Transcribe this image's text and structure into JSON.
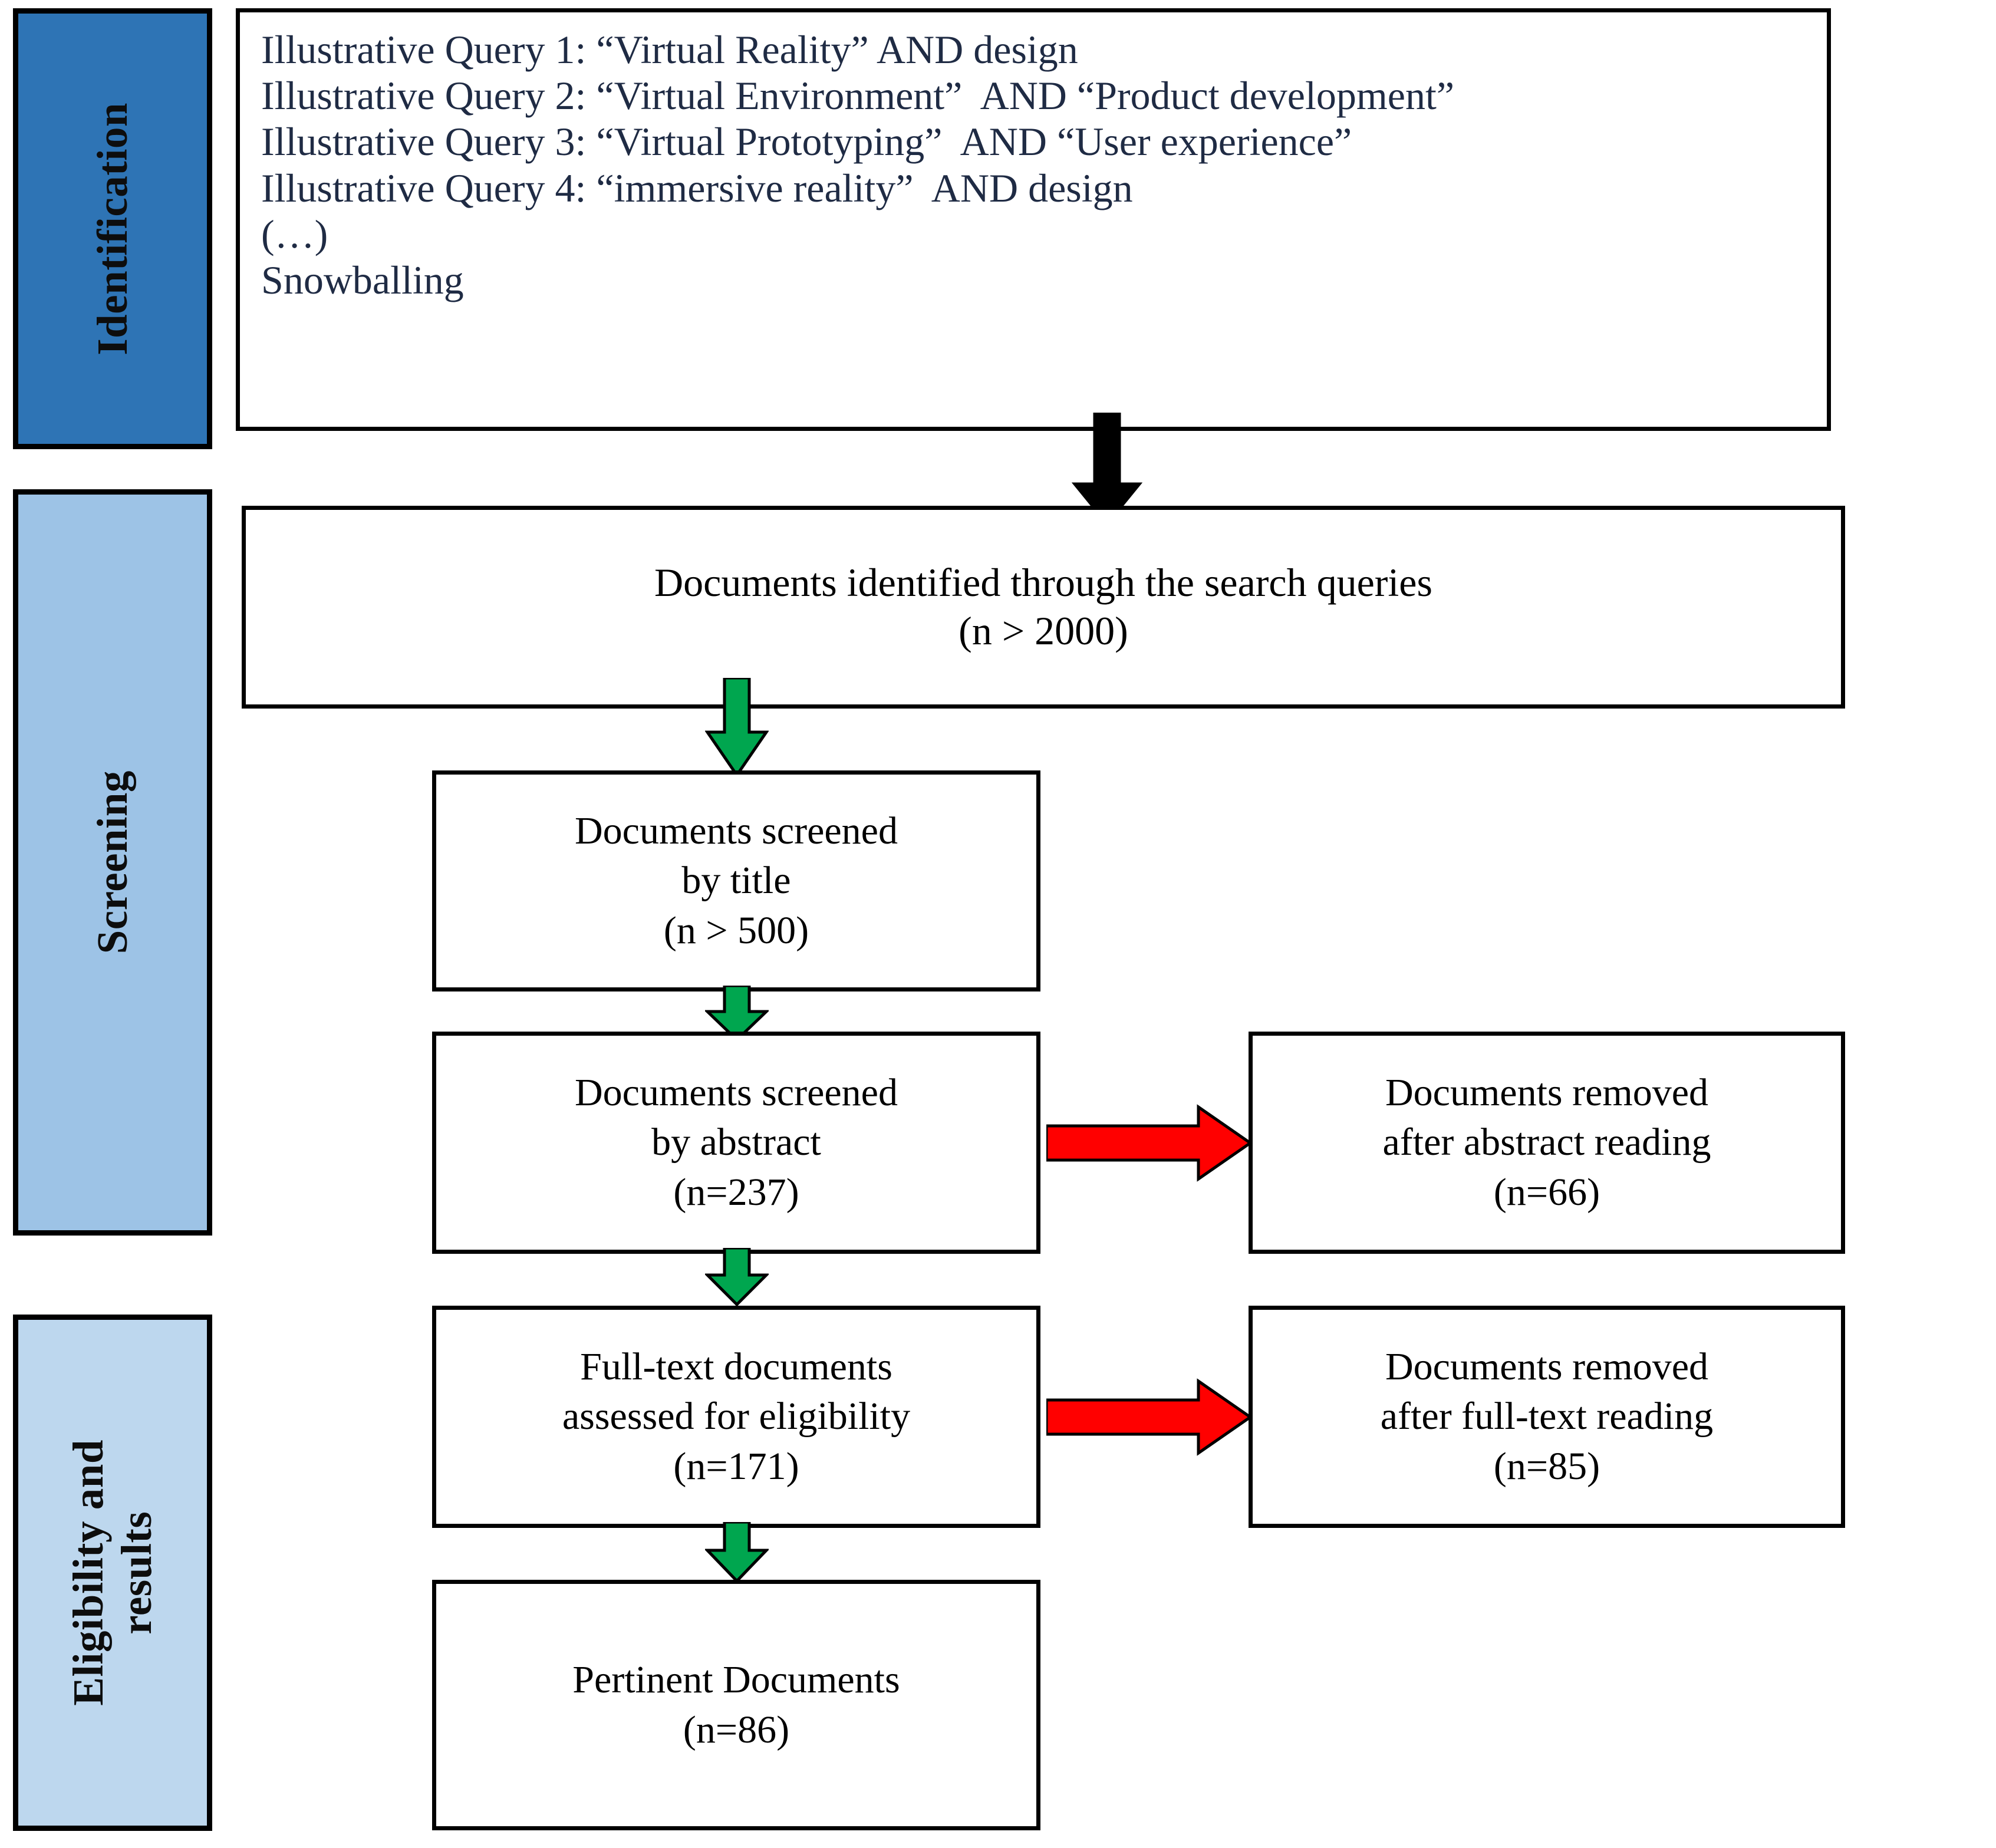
{
  "diagram": {
    "title": "PRISMA document selection flow",
    "colors": {
      "stage_identification_bg": "#2E74B5",
      "stage_screening_bg": "#9DC3E6",
      "stage_eligibility_bg": "#BDD7EE",
      "box_border": "#000000",
      "arrow_down_top": "#000000",
      "arrow_down_flow": "#00A64F",
      "arrow_exclude": "#FF0000",
      "query_text": "#1F2B44"
    }
  },
  "stages": [
    {
      "id": "identification",
      "label": "Identification"
    },
    {
      "id": "screening",
      "label": "Screening"
    },
    {
      "id": "eligibility",
      "label": "Eligibility and\nresults"
    }
  ],
  "queries": {
    "lines": [
      "Illustrative Query 1: “Virtual Reality” AND design",
      "Illustrative Query 2: “Virtual Environment”  AND “Product development”",
      "Illustrative Query 3: “Virtual Prototyping”  AND “User experience”",
      "Illustrative Query 4: “immersive reality”  AND design",
      "(…)",
      "Snowballing"
    ]
  },
  "boxes": {
    "identified": {
      "line1": "Documents identified through the search queries",
      "line2": "(n > 2000)"
    },
    "screened_title": {
      "line1": "Documents screened",
      "line2": "by title",
      "line3": "(n > 500)"
    },
    "screened_abstract": {
      "line1": "Documents screened",
      "line2": "by abstract",
      "line3": "(n=237)"
    },
    "removed_abstract": {
      "line1": "Documents removed",
      "line2": "after abstract reading",
      "line3": "(n=66)"
    },
    "fulltext": {
      "line1": "Full-text documents",
      "line2": "assessed for eligibility",
      "line3": "(n=171)"
    },
    "removed_fulltext": {
      "line1": "Documents removed",
      "line2": "after full-text reading",
      "line3": "(n=85)"
    },
    "pertinent": {
      "line1": "Pertinent Documents",
      "line2": "(n=86)"
    }
  },
  "arrows": [
    {
      "id": "identification-to-identified",
      "kind": "down",
      "color": "#000000"
    },
    {
      "id": "identified-to-title",
      "kind": "down",
      "color": "#00A64F"
    },
    {
      "id": "title-to-abstract",
      "kind": "down",
      "color": "#00A64F"
    },
    {
      "id": "abstract-to-fulltext",
      "kind": "down",
      "color": "#00A64F"
    },
    {
      "id": "fulltext-to-pertinent",
      "kind": "down",
      "color": "#00A64F"
    },
    {
      "id": "abstract-to-removed",
      "kind": "right",
      "color": "#FF0000"
    },
    {
      "id": "fulltext-to-removed",
      "kind": "right",
      "color": "#FF0000"
    }
  ]
}
